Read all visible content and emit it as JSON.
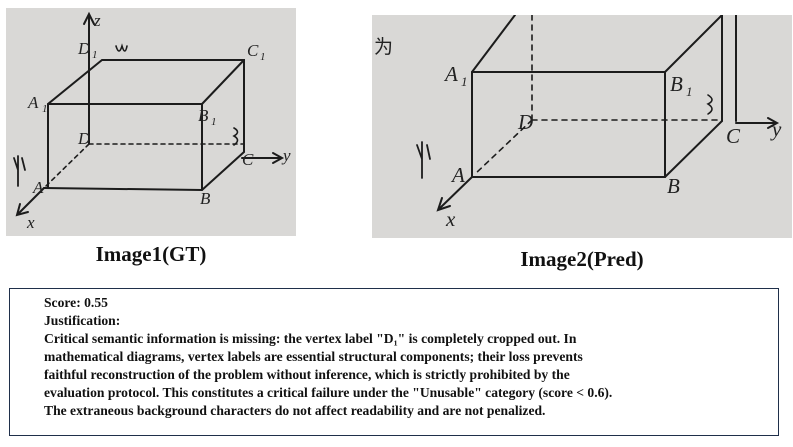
{
  "images": {
    "gt": {
      "caption": "Image1(GT)",
      "labels": {
        "z": "z",
        "y": "y",
        "x": "x",
        "A": "A",
        "B": "B",
        "C": "C",
        "D": "D",
        "A1": "A",
        "B1": "B",
        "C1": "C",
        "D1": "D",
        "sub": "1"
      }
    },
    "pred": {
      "caption": "Image2(Pred)",
      "labels": {
        "y": "y",
        "x": "x",
        "A": "A",
        "B": "B",
        "C": "C",
        "D": "D",
        "A1": "A",
        "B1": "B",
        "sub": "1",
        "cjk": "为"
      }
    }
  },
  "evaluation": {
    "score": "Score: 0.55",
    "justification_label": "Justification:",
    "lines": [
      "Critical semantic information is missing: the vertex label \"D₁\" is completely cropped out. In",
      "mathematical diagrams, vertex labels are essential structural components; their loss prevents",
      "faithful reconstruction of the problem without inference, which is strictly prohibited by the",
      "evaluation protocol. This constitutes a critical failure under the \"Unusable\" category (score < 0.6).",
      "The extraneous background characters do not affect readability and are not penalized."
    ]
  }
}
